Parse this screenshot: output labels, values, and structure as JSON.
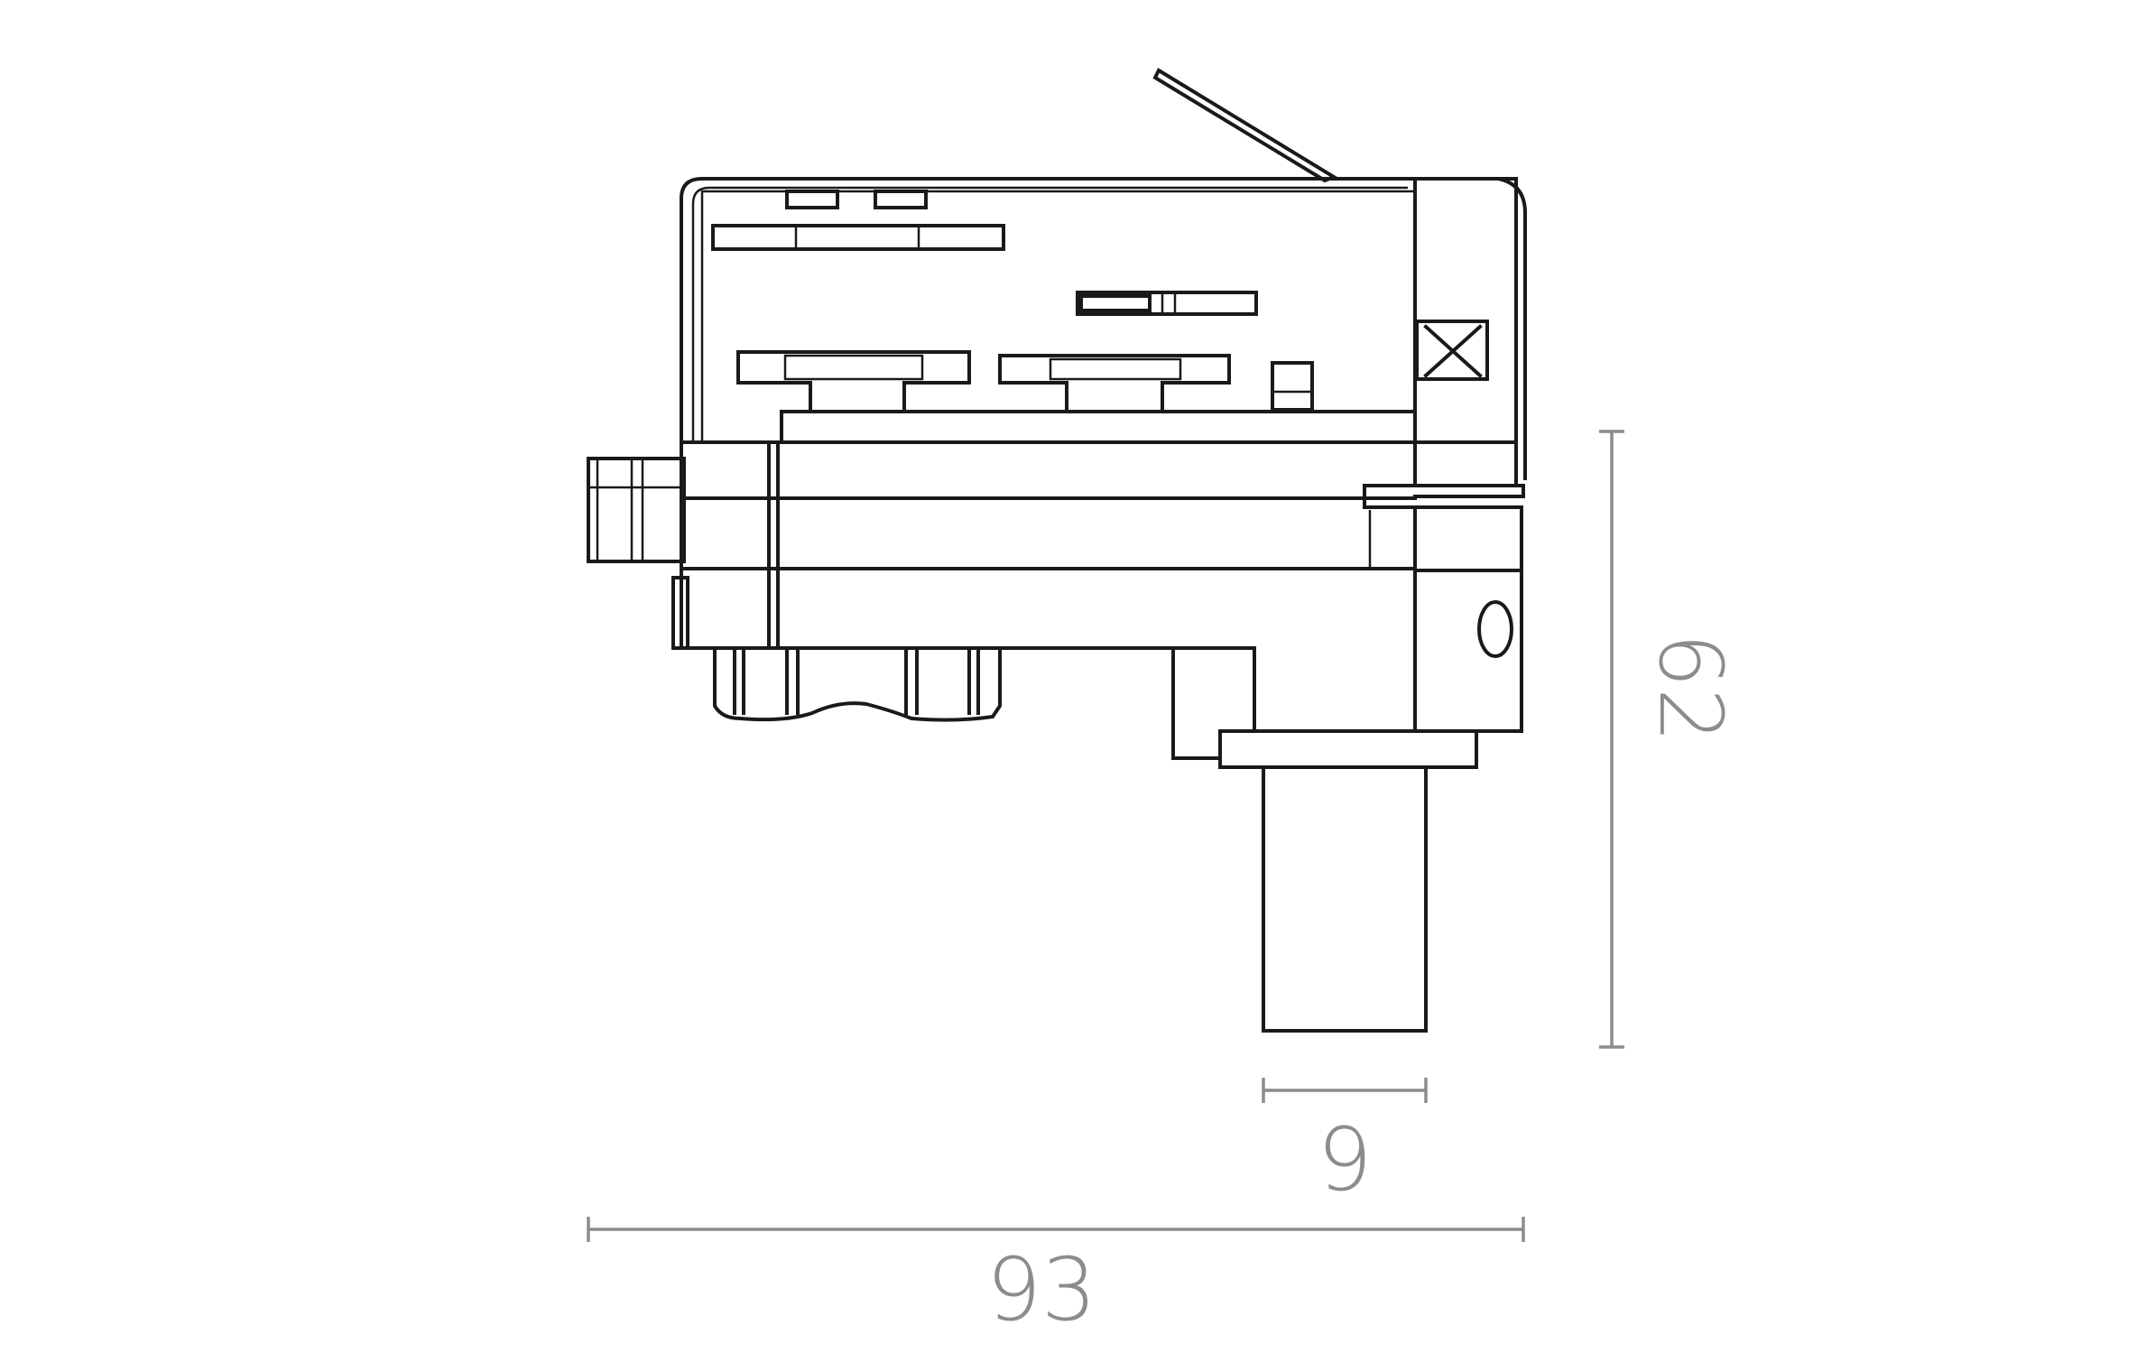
{
  "dimensions": {
    "overall_width": "93",
    "overall_height": "62",
    "spigot_width": "9"
  },
  "colors": {
    "outline": "#1a1a1a",
    "dimension": "#8c8c8c",
    "background": "#ffffff"
  }
}
